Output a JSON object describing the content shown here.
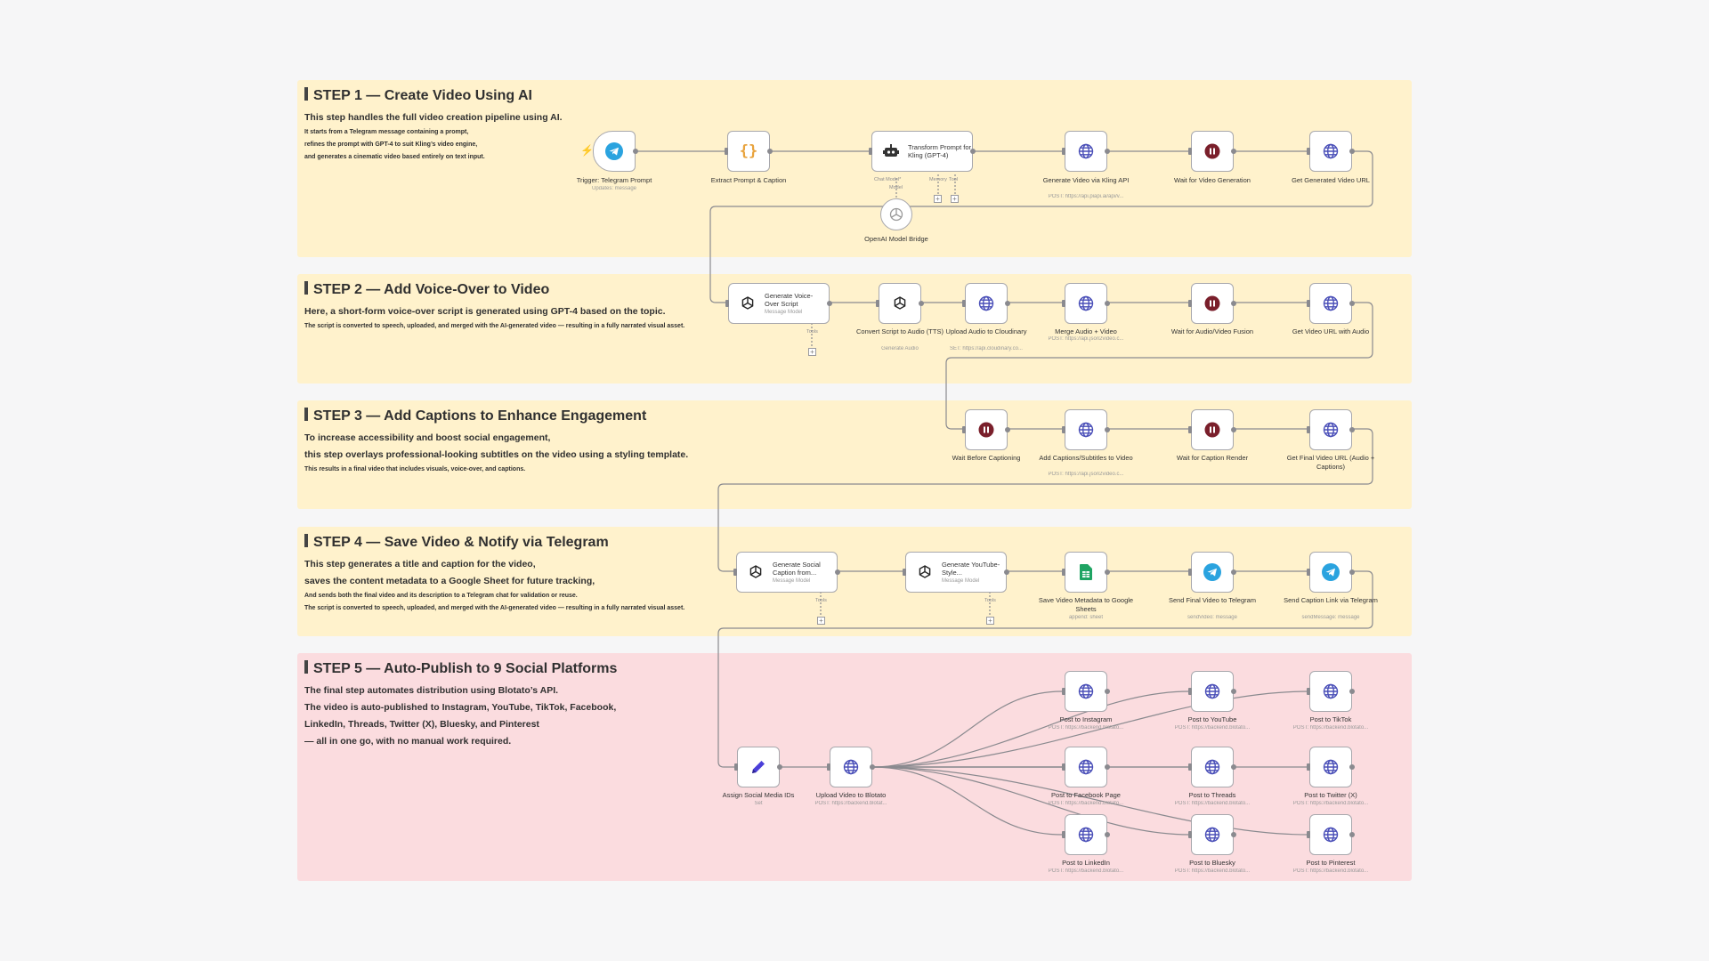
{
  "sticky_notes": [
    {
      "title": "STEP 1 — Create Video Using AI",
      "big": [
        "This step handles the full video creation pipeline using AI."
      ],
      "small": [
        "It starts from a Telegram message containing a prompt,",
        "refines the prompt with GPT-4 to suit Kling’s video engine,",
        "and generates a cinematic video based entirely on text input."
      ]
    },
    {
      "title": "STEP 2 — Add Voice-Over to Video",
      "big": [
        "Here, a short-form voice-over script is generated using GPT-4 based on the topic."
      ],
      "small": [
        "The script is converted to speech, uploaded, and merged with the AI-generated video — resulting in a fully narrated visual asset."
      ]
    },
    {
      "title": "STEP 3 — Add Captions to Enhance Engagement",
      "big": [
        "To increase accessibility and boost social engagement,",
        "this step overlays professional-looking subtitles on the video using a styling template."
      ],
      "small": [
        "This results in a final video that includes visuals, voice-over, and captions."
      ]
    },
    {
      "title": "STEP 4 — Save Video & Notify via Telegram",
      "big": [
        "This step generates a title and caption for the video,",
        "saves the content metadata to a Google Sheet for future tracking,"
      ],
      "small": [
        "And sends both the final video and its description to a Telegram chat for validation or reuse.",
        "The script is converted to speech, uploaded, and merged with the AI-generated video — resulting in a fully narrated visual asset."
      ]
    },
    {
      "title": "STEP 5 — Auto-Publish to 9 Social Platforms",
      "big": [
        "The final step automates distribution using Blotato’s API.",
        "The video is auto-published to Instagram, YouTube, TikTok, Facebook,",
        "LinkedIn, Threads, Twitter (X), Bluesky, and Pinterest",
        "— all in one go, with no manual work required."
      ],
      "small": []
    }
  ],
  "nodes": {
    "telegram_trigger": {
      "label": "Trigger: Telegram Prompt",
      "sub": "Updates: message",
      "icon": "telegram-icon"
    },
    "extract_prompt": {
      "label": "Extract Prompt & Caption",
      "sub": "",
      "icon": "code-braces-icon"
    },
    "transform_prompt": {
      "title": "Transform Prompt for Kling (GPT-4)",
      "icon": "robot-icon",
      "handles": [
        "Chat Model*",
        "Memory",
        "Tool"
      ],
      "handle_sub": "Model"
    },
    "openai_bridge": {
      "label": "OpenAI Model Bridge",
      "icon": "openai-icon"
    },
    "gen_kling": {
      "label": "Generate Video via Kling API",
      "sub": "POST: https://api.piapi.ai/api/v...",
      "icon": "globe-icon"
    },
    "wait_gen": {
      "label": "Wait for Video Generation",
      "sub": "",
      "icon": "pause-icon"
    },
    "get_gen_url": {
      "label": "Get Generated Video URL",
      "sub": "",
      "icon": "globe-icon"
    },
    "gen_voice": {
      "title": "Generate Voice-Over Script",
      "sub": "Message Model",
      "icon": "openai-icon",
      "handle": "Tools"
    },
    "tts": {
      "label": "Convert Script to Audio (TTS)",
      "sub": "Generate Audio",
      "icon": "openai-icon"
    },
    "upload_audio": {
      "label": "Upload Audio to Cloudinary",
      "sub": "SET: https://api.cloudinary.co...",
      "icon": "globe-icon"
    },
    "merge_av": {
      "label": "Merge Audio + Video",
      "sub": "POST: https://api.json2video.c...",
      "icon": "globe-icon"
    },
    "wait_av": {
      "label": "Wait for Audio/Video Fusion",
      "sub": "",
      "icon": "pause-icon"
    },
    "get_av_url": {
      "label": "Get Video URL with Audio",
      "sub": "",
      "icon": "globe-icon"
    },
    "wait_caption": {
      "label": "Wait Before Captioning",
      "sub": "",
      "icon": "pause-icon"
    },
    "add_captions": {
      "label": "Add Captions/Subtitles to Video",
      "sub": "POST: https://api.json2video.c...",
      "icon": "globe-icon"
    },
    "wait_render": {
      "label": "Wait for Caption Render",
      "sub": "",
      "icon": "pause-icon"
    },
    "get_final_url": {
      "label": "Get Final Video URL (Audio + Captions)",
      "sub": "",
      "icon": "globe-icon"
    },
    "gen_social": {
      "title": "Generate Social Caption from...",
      "sub": "Message Model",
      "icon": "openai-icon",
      "handle": "Tools"
    },
    "gen_youtube": {
      "title": "Generate YouTube-Style...",
      "sub": "Message Model",
      "icon": "openai-icon",
      "handle": "Tools"
    },
    "save_sheets": {
      "label": "Save Video Metadata to Google Sheets",
      "sub": "append: sheet",
      "icon": "sheets-icon"
    },
    "send_video_tg": {
      "label": "Send Final Video to Telegram",
      "sub": "sendVideo: message",
      "icon": "telegram-icon"
    },
    "send_link_tg": {
      "label": "Send Caption Link via Telegram",
      "sub": "sendMessage: message",
      "icon": "telegram-icon"
    },
    "assign_ids": {
      "label": "Assign Social Media IDs",
      "sub": "Set",
      "icon": "pencil-icon"
    },
    "upload_blotato": {
      "label": "Upload Video to Blotato",
      "sub": "POST: https://backend.blotat...",
      "icon": "globe-icon"
    },
    "post_instagram": {
      "label": "Post to Instagram",
      "sub": "POST: https://backend.blotato...",
      "icon": "globe-icon"
    },
    "post_youtube": {
      "label": "Post to YouTube",
      "sub": "POST: https://backend.blotato...",
      "icon": "globe-icon"
    },
    "post_tiktok": {
      "label": "Post to TikTok",
      "sub": "POST: https://backend.blotato...",
      "icon": "globe-icon"
    },
    "post_facebook": {
      "label": "Post to Facebook Page",
      "sub": "POST: https://backend.blotato...",
      "icon": "globe-icon"
    },
    "post_threads": {
      "label": "Post to Threads",
      "sub": "POST: https://backend.blotato...",
      "icon": "globe-icon"
    },
    "post_twitter": {
      "label": "Post to Twitter (X)",
      "sub": "POST: https://backend.blotato...",
      "icon": "globe-icon"
    },
    "post_linkedin": {
      "label": "Post to LinkedIn",
      "sub": "POST: https://backend.blotato...",
      "icon": "globe-icon"
    },
    "post_bluesky": {
      "label": "Post to Bluesky",
      "sub": "POST: https://backend.blotato...",
      "icon": "globe-icon"
    },
    "post_pinterest": {
      "label": "Post to Pinterest",
      "sub": "POST: https://backend.blotato...",
      "icon": "globe-icon"
    }
  },
  "colors": {
    "sticky_yellow": "#fff2cc",
    "sticky_pink": "#fbdcdf",
    "telegram": "#2aa3df",
    "pause": "#7a1f2b",
    "globe": "#4a4fb8",
    "code": "#e8a33d",
    "sheets": "#1fa463",
    "pencil": "#4b3fd9",
    "wire": "#8a8a8f"
  }
}
